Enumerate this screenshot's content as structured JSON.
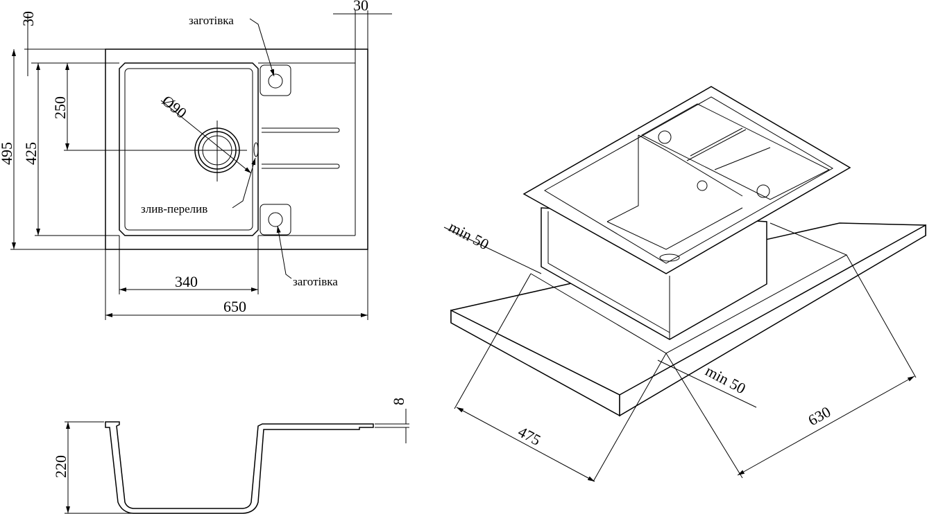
{
  "top_view": {
    "label_blank_top": "заготівка",
    "label_blank_bottom": "заготівка",
    "label_overflow": "злив-перелив",
    "drain_diameter": "Ø90",
    "dims": {
      "rim_right": "30",
      "rim_top": "30",
      "drain_offset": "250",
      "bowl_height": "425",
      "total_height": "495",
      "bowl_width": "340",
      "total_width": "650"
    }
  },
  "side_view": {
    "dims": {
      "rim_thickness": "8",
      "depth": "220"
    }
  },
  "iso_view": {
    "dims": {
      "margin_left": "min 50",
      "margin_right": "min 50",
      "cutout_depth": "475",
      "cutout_width": "630"
    }
  }
}
